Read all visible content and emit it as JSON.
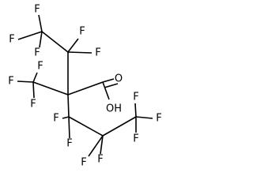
{
  "molecule": {
    "labels": {
      "fluorine": "F",
      "carbonyl_oxygen": "O",
      "hydroxyl": "OH"
    }
  }
}
